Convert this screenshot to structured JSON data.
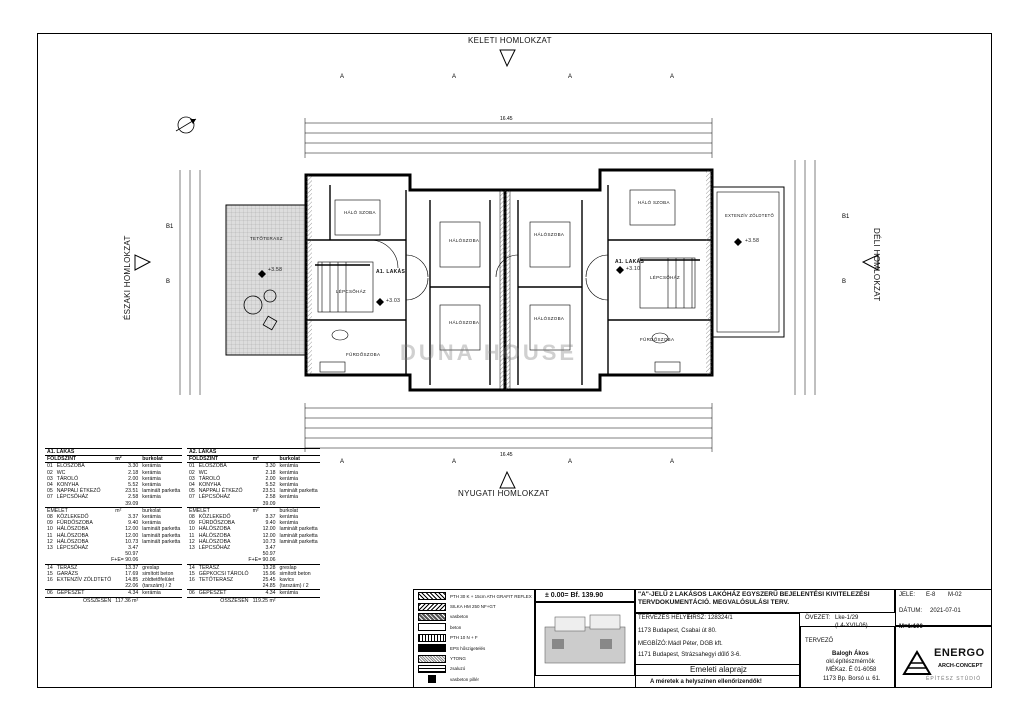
{
  "facades": {
    "east": "KELETI HOMLOKZAT",
    "west": "NYUGATI HOMLOKZAT",
    "north": "ÉSZAKI HOMLOKZAT",
    "south": "DÉLI HOMLOKZAT"
  },
  "plan_labels": {
    "room_hall_1": "HÁLÓ SZOBA",
    "room_hall_2": "HÁLÓ SZOBA",
    "room_haloszoba_a": "HÁLÓSZOBA",
    "room_haloszoba_b": "HÁLÓSZOBA",
    "room_haloszoba_c": "HÁLÓSZOBA",
    "room_haloszoba_d": "HÁLÓSZOBA",
    "room_bath_1": "FÜRDŐSZOBA",
    "room_bath_2": "FÜRDŐSZOBA",
    "room_stair_1": "LÉPCSŐHÁZ",
    "room_stair_2": "LÉPCSŐHÁZ",
    "lakas_a1": "A1. LAKÁS",
    "lakas_a2": "A1. LAKÁS",
    "terrace": "TETŐTERASZ",
    "green_roof": "EXTENZÍV ZÖLDTETŐ",
    "level_1": "+3.58",
    "level_2": "+3.58",
    "level_3": "+3.03",
    "level_4": "+3.10",
    "dim_top": "16.45",
    "dim_bottom": "16.45",
    "watermark": "DUNA HOUSE"
  },
  "table_a1": {
    "title": "A1. LAKÁS",
    "ground_header": "FÖLDSZINT",
    "unit": "m²",
    "material_header": "burkolat",
    "ground_rows": [
      [
        "01",
        "ELŐSZOBA",
        "3.30",
        "kerámia"
      ],
      [
        "02",
        "WC",
        "2.18",
        "kerámia"
      ],
      [
        "03",
        "TÁROLÓ",
        "2.00",
        "kerámia"
      ],
      [
        "04",
        "KONYHA",
        "5.52",
        "kerámia"
      ],
      [
        "05",
        "NAPPALI ÉTKEZŐ",
        "23.51",
        "laminált parketta"
      ],
      [
        "07",
        "LÉPCSŐHÁZ",
        "2.58",
        "kerámia"
      ]
    ],
    "ground_total": "39.09",
    "upper_header": "EMELET",
    "upper_rows": [
      [
        "08",
        "KÖZLEKEDŐ",
        "3.37",
        "kerámia"
      ],
      [
        "09",
        "FÜRDŐSZOBA",
        "9.40",
        "kerámia"
      ],
      [
        "10",
        "HÁLÓSZOBA",
        "12.00",
        "laminált parketta"
      ],
      [
        "11",
        "HÁLÓSZOBA",
        "12.00",
        "laminált parketta"
      ],
      [
        "12",
        "HÁLÓSZOBA",
        "10.73",
        "laminált parketta"
      ],
      [
        "13",
        "LÉPCSŐHÁZ",
        "3.47",
        ""
      ]
    ],
    "upper_total": "50.97",
    "fe": "F+E= 90.06",
    "extra_rows": [
      [
        "14",
        "TERASZ",
        "13.37",
        "greslap"
      ],
      [
        "15",
        "GARÁZS",
        "17.69",
        "simított beton"
      ],
      [
        "16",
        "EXTENZÍV ZÖLDTETŐ",
        "14.85",
        "zöldtetőfelület"
      ]
    ],
    "extra_total": "22.06",
    "extra_note": "(tarszám) / 2",
    "mech_row": [
      "06",
      "GÉPÉSZET",
      "4.34",
      "kerámia"
    ],
    "sum_label": "ÖSSZESEN",
    "sum_value": "117.36 m²"
  },
  "table_a2": {
    "title": "A2. LAKÁS",
    "ground_header": "FÖLDSZINT",
    "unit": "m²",
    "material_header": "burkolat",
    "ground_rows": [
      [
        "01",
        "ELŐSZOBA",
        "3.30",
        "kerámia"
      ],
      [
        "02",
        "WC",
        "2.18",
        "kerámia"
      ],
      [
        "03",
        "TÁROLÓ",
        "2.00",
        "kerámia"
      ],
      [
        "04",
        "KONYHA",
        "5.52",
        "kerámia"
      ],
      [
        "05",
        "NAPPALI ÉTKEZŐ",
        "23.51",
        "laminált parketta"
      ],
      [
        "07",
        "LÉPCSŐHÁZ",
        "2.58",
        "kerámia"
      ]
    ],
    "ground_total": "39.09",
    "upper_header": "EMELET",
    "upper_rows": [
      [
        "08",
        "KÖZLEKEDŐ",
        "3.37",
        "kerámia"
      ],
      [
        "09",
        "FÜRDŐSZOBA",
        "9.40",
        "kerámia"
      ],
      [
        "10",
        "HÁLÓSZOBA",
        "12.00",
        "laminált parketta"
      ],
      [
        "11",
        "HÁLÓSZOBA",
        "12.00",
        "laminált parketta"
      ],
      [
        "12",
        "HÁLÓSZOBA",
        "10.73",
        "laminált parketta"
      ],
      [
        "13",
        "LÉPCSŐHÁZ",
        "3.47",
        ""
      ]
    ],
    "upper_total": "50.97",
    "fe": "F+E= 90.06",
    "extra_rows": [
      [
        "14",
        "TERASZ",
        "13.28",
        "greslap"
      ],
      [
        "15",
        "GÉPKOCSI TÁROLÓ",
        "15.96",
        "simított beton"
      ],
      [
        "16",
        "TETŐTERASZ",
        "25.45",
        "kavics"
      ]
    ],
    "extra_total": "24.85",
    "extra_note": "(tarszám) / 2",
    "mech_row": [
      "06",
      "GÉPÉSZET",
      "4.34",
      "kerámia"
    ],
    "sum_label": "ÖSSZESEN",
    "sum_value": "119.25 m²"
  },
  "legend": {
    "items": [
      "PTH 30 K + 15cm ATH GRAFIT REFLEX",
      "SILKA HM 250 NF+GT",
      "vasbeton",
      "beton",
      "PTH 10 N + F",
      "EPS hőszigetelés",
      "YTONG",
      "zsaluzó",
      "vasbeton pillér"
    ]
  },
  "title_block": {
    "elevation": "± 0.00= Bf. 139.90",
    "project_title": "\"A\"-JELŰ 2 LAKÁSOS LAKÓHÁZ EGYSZERŰ BEJELENTÉSI KIVITELEZÉSI TERVDOKUMENTÁCIÓ. MEGVALÓSULÁSI TERV.",
    "sheet_code_label": "JELE:",
    "sheet_code": "E-8",
    "sheet_number": "M-02",
    "location_label": "TERVEZÉS HELYE:",
    "location_value": "HRSZ: 128324/1",
    "location_address": "1173 Budapest, Csabai út 80.",
    "zone_label": "ÖVEZET:",
    "zone_value": "Lke-1/29",
    "zone_value2": "(L4-XVII-06)",
    "date_label": "DÁTUM:",
    "date_value": "2021-07-01",
    "client_label": "MEGBÍZÓ:",
    "client_value": "Mádl Péter, DGB kft.",
    "client_address": "1171 Budapest, Strázsahegyi dűlő 3-6.",
    "scale": "M=1:100",
    "designer_label": "TERVEZŐ",
    "designer_name": "Balogh Ákos",
    "designer_title": "okl.építészmérnök",
    "designer_reg": "MÉKaz. É 01-6058",
    "designer_address": "1173 Bp. Borsó u. 61.",
    "drawing_name": "Emeleti alaprajz",
    "note": "A méretek a helyszínen ellenőrizendők!",
    "logo_text": "ENERGO",
    "logo_sub": "ARCH-CONCEPT",
    "logo_sub2": "ÉPÍTÉSZ STÚDIÓ"
  }
}
